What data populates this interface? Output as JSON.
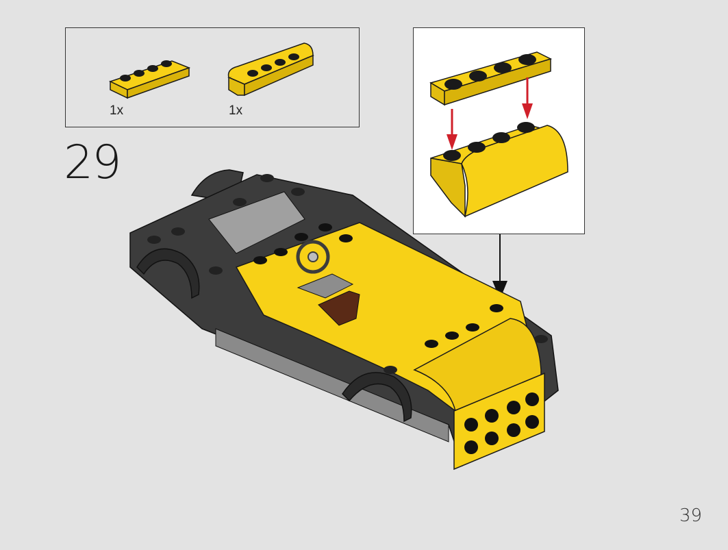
{
  "parts_list": {
    "items": [
      {
        "part": "yellow-plate-1x4",
        "quantity": "1x"
      },
      {
        "part": "yellow-curved-slope-1x4",
        "quantity": "1x"
      }
    ]
  },
  "step": {
    "number": "29"
  },
  "page": {
    "number": "39"
  },
  "colors": {
    "yellow": "#f7d117",
    "yellow_shade": "#d9b30a",
    "dark_grey": "#3c3c3c",
    "light_grey": "#a0a0a0",
    "brown": "#5a2a16",
    "arrow_red": "#d0202a",
    "background": "#e3e3e3"
  }
}
